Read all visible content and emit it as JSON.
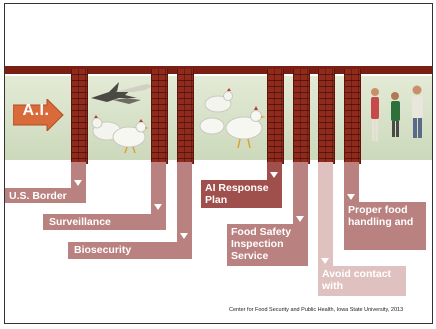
{
  "banner": {
    "ai_label": "A.I."
  },
  "labels": [
    {
      "id": "us-border",
      "text": "U.S. Border"
    },
    {
      "id": "surveillance",
      "text": "Surveillance"
    },
    {
      "id": "biosecurity",
      "text": "Biosecurity"
    },
    {
      "id": "ai-response-plan",
      "text": "AI Response Plan"
    },
    {
      "id": "food-safety-inspection-service",
      "text": "Food Safety Inspection Service"
    },
    {
      "id": "avoid-contact-with",
      "text": "Avoid contact with"
    },
    {
      "id": "proper-food-handling",
      "text": "Proper food handling and"
    }
  ],
  "footer": {
    "credit": "Center for Food Security and Public Health, Iowa State University, 2013"
  },
  "colors": {
    "brick": "#8f2a1c",
    "rail": "#7a1f13",
    "label_mauve": "#b9817f",
    "label_dark": "#9f504d",
    "label_light": "#dfc2c0",
    "arrow_orange": "#d96a3a"
  }
}
